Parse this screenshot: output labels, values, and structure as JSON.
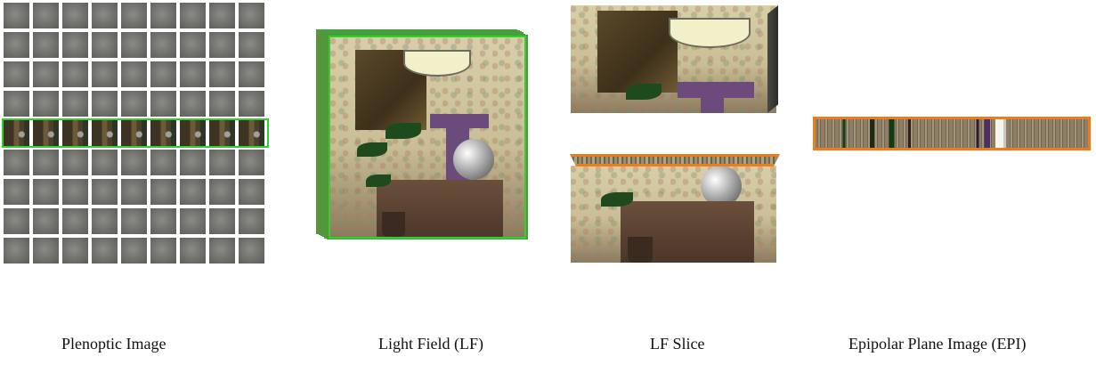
{
  "captions": {
    "plenoptic": "Plenoptic Image",
    "light_field": "Light Field (LF)",
    "lf_slice": "LF Slice",
    "epi": "Epipolar Plane Image (EPI)"
  },
  "colors": {
    "highlight_green": "#2fd12f",
    "highlight_orange": "#f07a1e"
  },
  "grid": {
    "rows": 9,
    "cols": 9,
    "highlighted_row": 4
  }
}
